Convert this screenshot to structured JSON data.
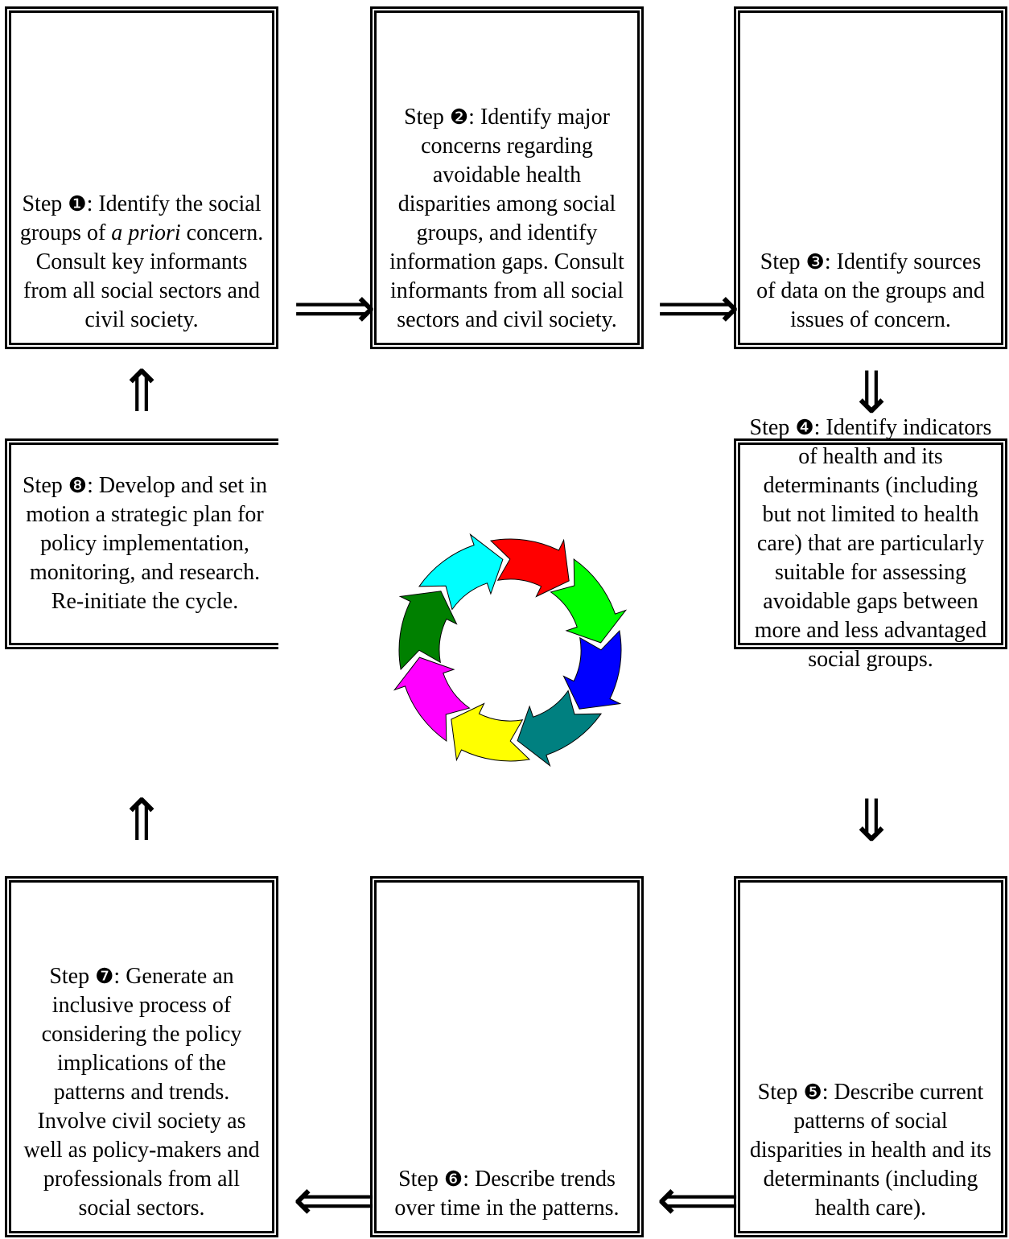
{
  "steps": [
    {
      "id": 1,
      "prefix": "Step ",
      "num": "❶",
      "sep": ":  ",
      "parts": [
        "Identify the social groups of ",
        {
          "i": "a priori"
        },
        " concern. Consult key informants from all social sectors and civil society."
      ]
    },
    {
      "id": 2,
      "prefix": "Step ",
      "num": "❷",
      "sep": ":  ",
      "parts": [
        "Identify major  concerns regarding avoidable health disparities among social groups, and identify information gaps. Consult informants from all social sectors and civil society."
      ]
    },
    {
      "id": 3,
      "prefix": "Step ",
      "num": "❸",
      "sep": ":  ",
      "parts": [
        "Identify sources of data on the groups and issues of concern."
      ]
    },
    {
      "id": 4,
      "prefix": "Step ",
      "num": "❹",
      "sep": ":  ",
      "parts": [
        "Identify indicators of health and its determinants (including but not limited to health care) that are particularly suitable for assessing avoidable gaps between more and less advantaged social groups."
      ]
    },
    {
      "id": 5,
      "prefix": "Step ",
      "num": "❺",
      "sep": ":  ",
      "parts": [
        "Describe current patterns of social disparities in health and its determinants (including health care)."
      ]
    },
    {
      "id": 6,
      "prefix": "Step ",
      "num": "❻",
      "sep": ":  ",
      "parts": [
        "Describe trends over time in the patterns."
      ]
    },
    {
      "id": 7,
      "prefix": "Step ",
      "num": "❼",
      "sep": ":  ",
      "parts": [
        "Generate an inclusive process of considering the policy implications of the patterns and trends. Involve civil society as well as policy-makers and professionals from all social sectors."
      ]
    },
    {
      "id": 8,
      "prefix": "Step ",
      "num": "❽",
      "sep": ":  ",
      "parts": [
        "Develop and set in motion a strategic plan for policy implementation, monitoring, and research.  Re-initiate the cycle."
      ]
    }
  ],
  "arrows": {
    "right": "⟹",
    "down": "⇓",
    "left": "⟸",
    "up": "⇑"
  },
  "cycle_colors": [
    "#ff0000",
    "#00ff00",
    "#0000ff",
    "#008080",
    "#ffff00",
    "#ff00ff",
    "#008000",
    "#00ffff"
  ]
}
